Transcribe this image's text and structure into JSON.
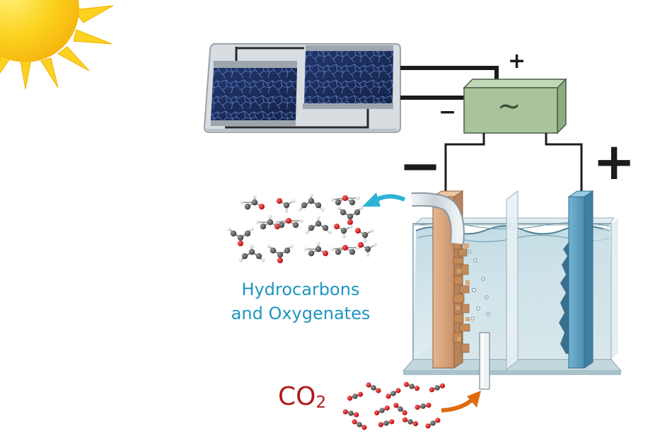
{
  "labels": {
    "products_line1": "Hydrocarbons",
    "products_line2": "and Oxygenates",
    "co2_base": "CO",
    "co2_subscript": "2",
    "controller_symbol": "~",
    "controller_plus": "+",
    "controller_minus": "−",
    "cathode_sign": "−",
    "anode_sign": "+"
  },
  "colors": {
    "sun": "#fbd21f",
    "solar_cell": "#1a2c5a",
    "controller_box": "#a9c39a",
    "cathode": "#d8a47a",
    "anode": "#66a7c7",
    "electrolyte": "#c6dde5",
    "products_text": "#1f95c1",
    "co2_text": "#b01a1a",
    "arrow_products": "#2cb3d6",
    "arrow_co2": "#e06a10"
  }
}
